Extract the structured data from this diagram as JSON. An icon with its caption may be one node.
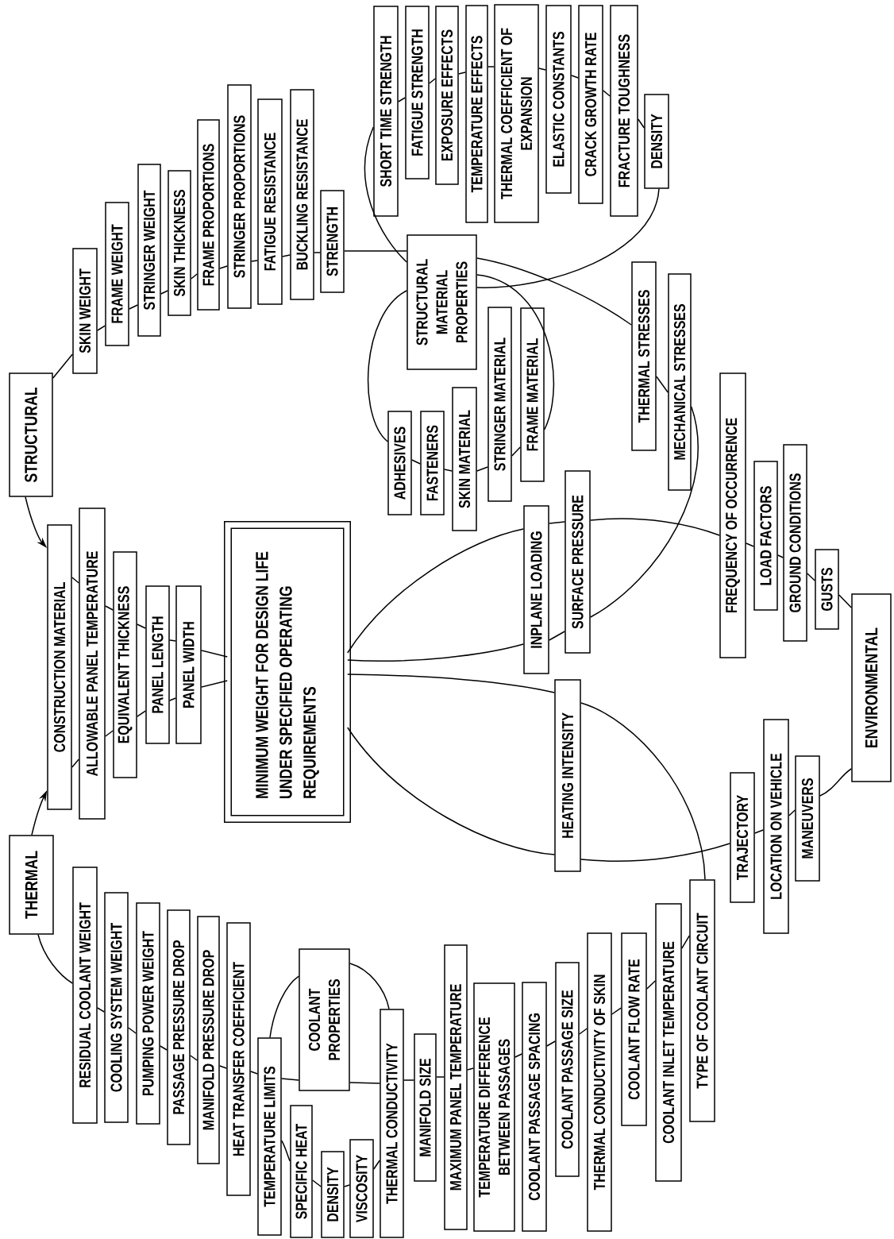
{
  "diagram": {
    "nodes": [
      {
        "text": [
          "STRUCTURAL"
        ]
      },
      {
        "text": [
          "SKIN WEIGHT"
        ]
      },
      {
        "text": [
          "FRAME WEIGHT"
        ]
      },
      {
        "text": [
          "STRINGER WEIGHT"
        ]
      },
      {
        "text": [
          "SKIN THICKNESS"
        ]
      },
      {
        "text": [
          "FRAME PROPORTIONS"
        ]
      },
      {
        "text": [
          "STRINGER PROPORTIONS"
        ]
      },
      {
        "text": [
          "FATIGUE RESISTANCE"
        ]
      },
      {
        "text": [
          "BUCKLING RESISTANCE"
        ]
      },
      {
        "text": [
          "STRENGTH"
        ]
      },
      {
        "text": [
          "SHORT TIME STRENGTH"
        ]
      },
      {
        "text": [
          "FATIGUE STRENGTH"
        ]
      },
      {
        "text": [
          "EXPOSURE EFFECTS"
        ]
      },
      {
        "text": [
          "TEMPERATURE EFFECTS"
        ]
      },
      {
        "text": [
          "THERMAL COEFFICIENT OF EXPANSION"
        ]
      },
      {
        "text": [
          "ELASTIC CONSTANTS"
        ]
      },
      {
        "text": [
          "CRACK GROWTH RATE"
        ]
      },
      {
        "text": [
          "FRACTURE TOUGHNESS"
        ]
      },
      {
        "text": [
          "DENSITY"
        ]
      },
      {
        "text": [
          "STRUCTURAL MATERIAL PROPERTIES"
        ]
      },
      {
        "text": [
          "ADHESIVES"
        ]
      },
      {
        "text": [
          "FASTENERS"
        ]
      },
      {
        "text": [
          "SKIN MATERIAL"
        ]
      },
      {
        "text": [
          "STRINGER MATERIAL"
        ]
      },
      {
        "text": [
          "FRAME MATERIAL"
        ]
      },
      {
        "text": [
          "THERMAL STRESSES"
        ]
      },
      {
        "text": [
          "MECHANICAL STRESSES"
        ]
      },
      {
        "text": [
          "CONSTRUCTION MATERIAL"
        ]
      },
      {
        "text": [
          "ALLOWABLE PANEL TEMPERATURE"
        ]
      },
      {
        "text": [
          "EQUIVALENT THICKNESS"
        ]
      },
      {
        "text": [
          "PANEL LENGTH"
        ]
      },
      {
        "text": [
          "PANEL WIDTH"
        ]
      },
      {
        "text": [
          "MINIMUM WEIGHT FOR DESIGN LIFE UNDER SPECIFIED OPERATING REQUIREMENTS"
        ]
      },
      {
        "text": [
          "INPLANE LOADING"
        ]
      },
      {
        "text": [
          "SURFACE PRESSURE"
        ]
      },
      {
        "text": [
          "FREQUENCY OF OCCURRENCE"
        ]
      },
      {
        "text": [
          "LOAD FACTORS"
        ]
      },
      {
        "text": [
          "GROUND CONDITIONS"
        ]
      },
      {
        "text": [
          "GUSTS"
        ]
      },
      {
        "text": [
          "HEATING INTENSITY"
        ]
      },
      {
        "text": [
          "TRAJECTORY"
        ]
      },
      {
        "text": [
          "LOCATION ON VEHICLE"
        ]
      },
      {
        "text": [
          "MANEUVERS"
        ]
      },
      {
        "text": [
          "ENVIRONMENTAL"
        ]
      },
      {
        "text": [
          "THERMAL"
        ]
      },
      {
        "text": [
          "RESIDUAL COOLANT WEIGHT"
        ]
      },
      {
        "text": [
          "COOLING SYSTEM WEIGHT"
        ]
      },
      {
        "text": [
          "PUMPING POWER WEIGHT"
        ]
      },
      {
        "text": [
          "PASSAGE PRESSURE DROP"
        ]
      },
      {
        "text": [
          "MANIFOLD PRESSURE DROP"
        ]
      },
      {
        "text": [
          "HEAT TRANSFER COEFFICIENT"
        ]
      },
      {
        "text": [
          "TEMPERATURE LIMITS"
        ]
      },
      {
        "text": [
          "COOLANT PROPERTIES"
        ]
      },
      {
        "text": [
          "SPECIFIC HEAT"
        ]
      },
      {
        "text": [
          "DENSITY"
        ]
      },
      {
        "text": [
          "VISCOSITY"
        ]
      },
      {
        "text": [
          "THERMAL CONDUCTIVITY"
        ]
      },
      {
        "text": [
          "MANIFOLD SIZE"
        ]
      },
      {
        "text": [
          "MAXIMUM PANEL TEMPERATURE"
        ]
      },
      {
        "text": [
          "TEMPERATURE DIFFERENCE BETWEEN PASSAGES"
        ]
      },
      {
        "text": [
          "COOLANT PASSAGE SPACING"
        ]
      },
      {
        "text": [
          "COOLANT PASSAGE SIZE"
        ]
      },
      {
        "text": [
          "THERMAL CONDUCTIVITY OF SKIN"
        ]
      },
      {
        "text": [
          "COOLANT FLOW RATE"
        ]
      },
      {
        "text": [
          "COOLANT INLET TEMPERATURE"
        ]
      },
      {
        "text": [
          "TYPE OF COOLANT CIRCUIT"
        ]
      }
    ],
    "edges": [
      {
        "from": 0,
        "to": 27,
        "arrow": "to"
      },
      {
        "from": 44,
        "to": 27,
        "arrow": "to"
      },
      {
        "from": 0,
        "to": 1,
        "arrow": "none"
      },
      {
        "from": 1,
        "to": 2,
        "arrow": "none"
      },
      {
        "from": 2,
        "to": 3,
        "arrow": "none"
      },
      {
        "from": 3,
        "to": 4,
        "arrow": "none"
      },
      {
        "from": 4,
        "to": 5,
        "arrow": "none"
      },
      {
        "from": 5,
        "to": 6,
        "arrow": "none"
      },
      {
        "from": 6,
        "to": 7,
        "arrow": "none"
      },
      {
        "from": 7,
        "to": 8,
        "arrow": "none"
      },
      {
        "from": 8,
        "to": 9,
        "arrow": "none"
      },
      {
        "from": 9,
        "to": 19,
        "arrow": "none"
      },
      {
        "from": 19,
        "to": 10,
        "arrow": "none"
      },
      {
        "from": 10,
        "to": 11,
        "arrow": "none"
      },
      {
        "from": 11,
        "to": 12,
        "arrow": "none"
      },
      {
        "from": 12,
        "to": 13,
        "arrow": "none"
      },
      {
        "from": 13,
        "to": 14,
        "arrow": "none"
      },
      {
        "from": 14,
        "to": 15,
        "arrow": "none"
      },
      {
        "from": 15,
        "to": 16,
        "arrow": "none"
      },
      {
        "from": 16,
        "to": 17,
        "arrow": "none"
      },
      {
        "from": 17,
        "to": 18,
        "arrow": "none"
      },
      {
        "from": 18,
        "to": 19,
        "arrow": "none"
      },
      {
        "from": 19,
        "to": 20,
        "arrow": "none"
      },
      {
        "from": 20,
        "to": 21,
        "arrow": "none"
      },
      {
        "from": 21,
        "to": 22,
        "arrow": "none"
      },
      {
        "from": 22,
        "to": 23,
        "arrow": "none"
      },
      {
        "from": 23,
        "to": 24,
        "arrow": "none"
      },
      {
        "from": 24,
        "to": 19,
        "arrow": "none"
      },
      {
        "from": 27,
        "to": 28,
        "arrow": "none"
      },
      {
        "from": 27,
        "to": 28,
        "arrow": "none"
      },
      {
        "from": 28,
        "to": 29,
        "arrow": "none"
      },
      {
        "from": 28,
        "to": 29,
        "arrow": "none"
      },
      {
        "from": 29,
        "to": 30,
        "arrow": "none"
      },
      {
        "from": 29,
        "to": 30,
        "arrow": "none"
      },
      {
        "from": 30,
        "to": 31,
        "arrow": "none"
      },
      {
        "from": 30,
        "to": 31,
        "arrow": "none"
      },
      {
        "from": 31,
        "to": 32,
        "arrow": "none"
      },
      {
        "from": 31,
        "to": 32,
        "arrow": "none"
      },
      {
        "from": 32,
        "to": 33,
        "arrow": "none"
      },
      {
        "from": 33,
        "to": 34,
        "arrow": "none"
      },
      {
        "from": 34,
        "to": 35,
        "arrow": "none"
      },
      {
        "from": 35,
        "to": 36,
        "arrow": "none"
      },
      {
        "from": 36,
        "to": 37,
        "arrow": "none"
      },
      {
        "from": 37,
        "to": 38,
        "arrow": "none"
      },
      {
        "from": 38,
        "to": 43,
        "arrow": "none"
      },
      {
        "from": 32,
        "to": 33,
        "arrow": "none"
      },
      {
        "from": 33,
        "to": 34,
        "arrow": "none"
      },
      {
        "from": 34,
        "to": 26,
        "arrow": "none"
      },
      {
        "from": 25,
        "to": 26,
        "arrow": "none"
      },
      {
        "from": 19,
        "to": 25,
        "arrow": "none"
      },
      {
        "from": 32,
        "to": 39,
        "arrow": "none"
      },
      {
        "from": 39,
        "to": 65,
        "arrow": "none"
      },
      {
        "from": 32,
        "to": 39,
        "arrow": "none"
      },
      {
        "from": 39,
        "to": 40,
        "arrow": "none"
      },
      {
        "from": 40,
        "to": 41,
        "arrow": "none"
      },
      {
        "from": 41,
        "to": 42,
        "arrow": "none"
      },
      {
        "from": 42,
        "to": 43,
        "arrow": "none"
      },
      {
        "from": 44,
        "to": 45,
        "arrow": "none"
      },
      {
        "from": 45,
        "to": 46,
        "arrow": "none"
      },
      {
        "from": 46,
        "to": 47,
        "arrow": "none"
      },
      {
        "from": 47,
        "to": 48,
        "arrow": "none"
      },
      {
        "from": 48,
        "to": 49,
        "arrow": "none"
      },
      {
        "from": 49,
        "to": 50,
        "arrow": "none"
      },
      {
        "from": 50,
        "to": 51,
        "arrow": "none"
      },
      {
        "from": 51,
        "to": 52,
        "arrow": "none"
      },
      {
        "from": 51,
        "to": 52,
        "arrow": "none"
      },
      {
        "from": 52,
        "to": 56,
        "arrow": "none"
      },
      {
        "from": 52,
        "to": 56,
        "arrow": "none"
      },
      {
        "from": 51,
        "to": 53,
        "arrow": "none"
      },
      {
        "from": 53,
        "to": 54,
        "arrow": "none"
      },
      {
        "from": 54,
        "to": 55,
        "arrow": "none"
      },
      {
        "from": 55,
        "to": 56,
        "arrow": "none"
      },
      {
        "from": 56,
        "to": 57,
        "arrow": "none"
      },
      {
        "from": 57,
        "to": 58,
        "arrow": "none"
      },
      {
        "from": 58,
        "to": 59,
        "arrow": "none"
      },
      {
        "from": 59,
        "to": 60,
        "arrow": "none"
      },
      {
        "from": 60,
        "to": 61,
        "arrow": "none"
      },
      {
        "from": 61,
        "to": 62,
        "arrow": "none"
      },
      {
        "from": 62,
        "to": 63,
        "arrow": "none"
      },
      {
        "from": 63,
        "to": 64,
        "arrow": "none"
      },
      {
        "from": 64,
        "to": 65,
        "arrow": "none"
      }
    ]
  }
}
